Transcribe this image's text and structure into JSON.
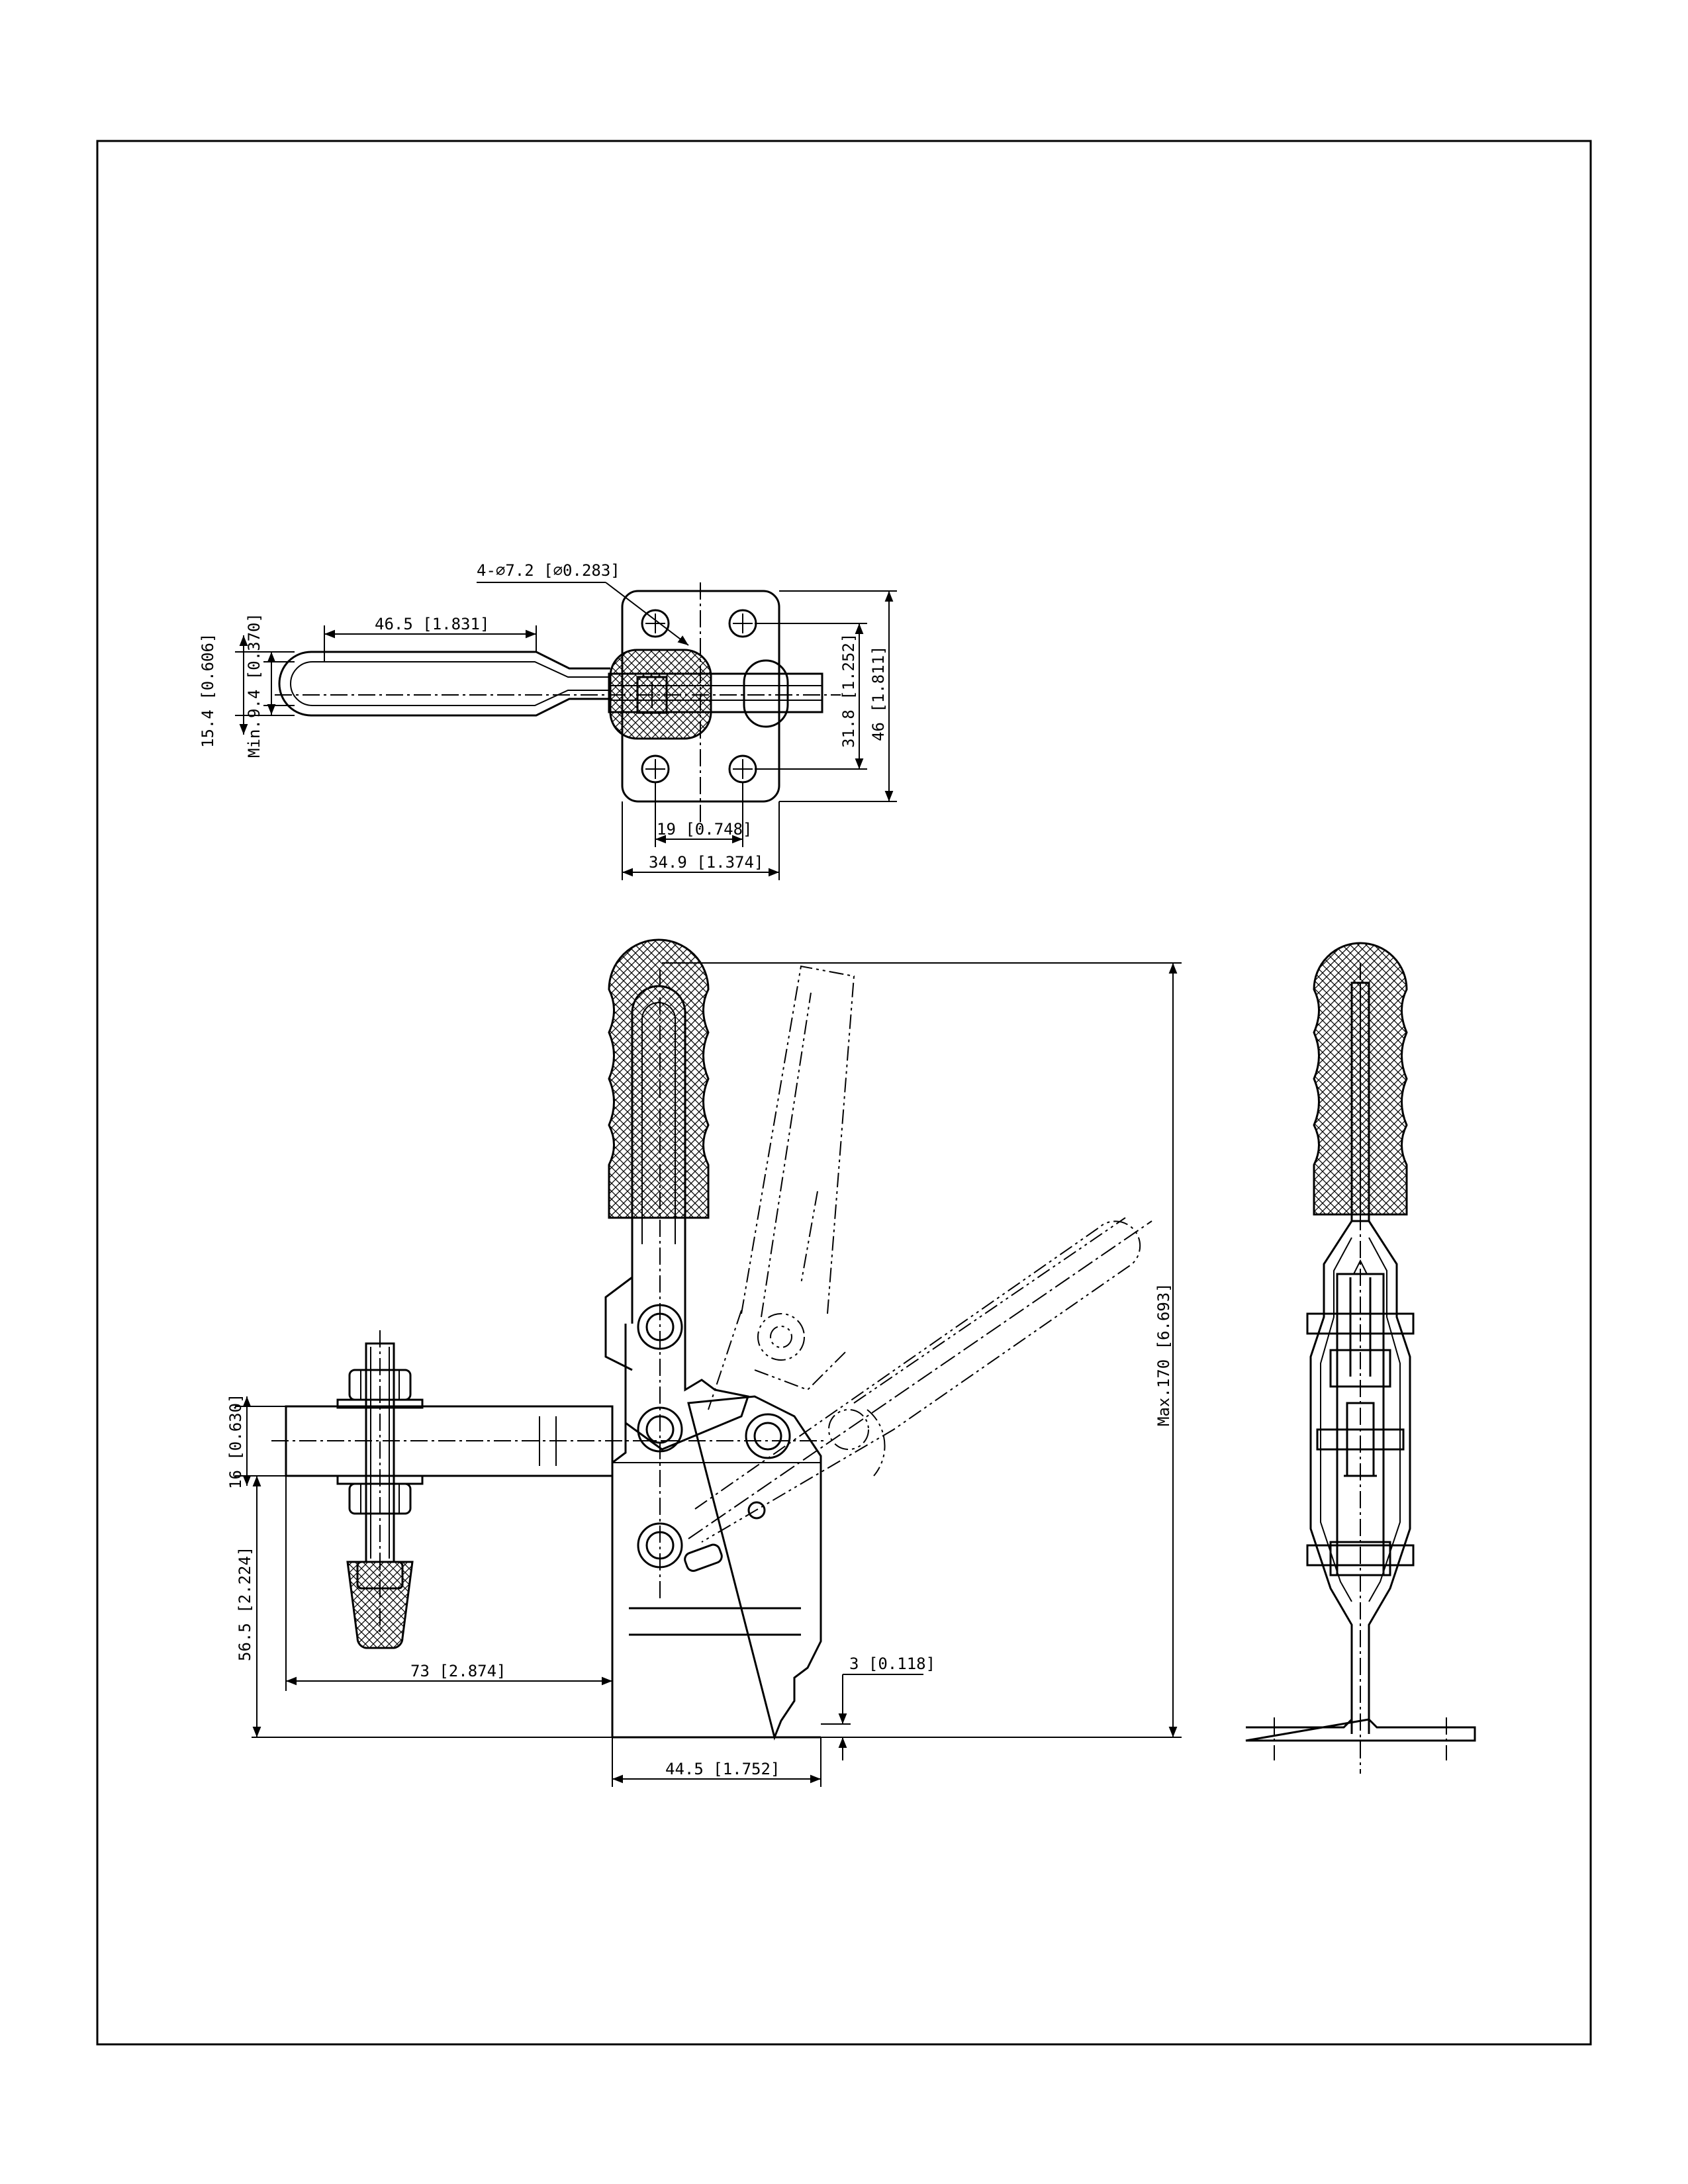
{
  "drawing": {
    "top_view": {
      "holes_callout": "4-⌀7.2 [⌀0.283]",
      "handle_length": "46.5 [1.831]",
      "handle_width": "15.4 [0.606]",
      "min_label": "Min.",
      "handle_min": "9.4 [0.370]",
      "hole_pitch_y": "31.8 [1.252]",
      "base_height": "46 [1.811]",
      "hole_pitch_x": "19 [0.748]",
      "base_width": "34.9 [1.374]"
    },
    "front_view": {
      "max_height": "Max.170 [6.693]",
      "arm_thickness": "16 [0.630]",
      "arm_height": "56.5 [2.224]",
      "arm_reach": "73 [2.874]",
      "base_offset": "3 [0.118]",
      "base_length": "44.5 [1.752]"
    }
  }
}
